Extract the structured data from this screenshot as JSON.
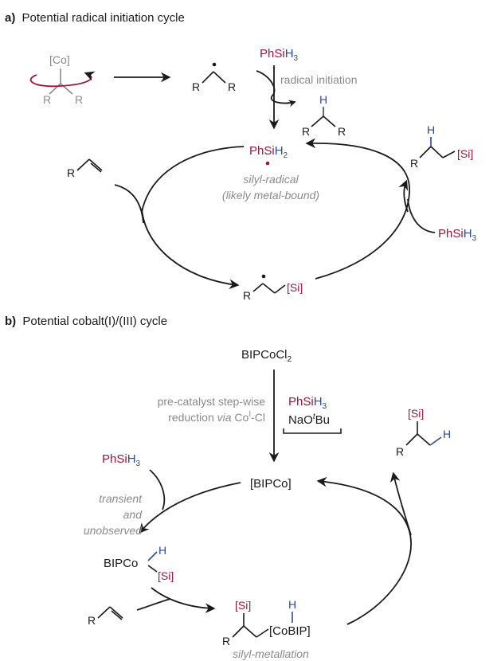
{
  "section_a": {
    "label_letter": "a)",
    "title": "Potential radical initiation cycle",
    "catalyst_label": "[Co]",
    "r_substituent": "R",
    "reagent_ph": "PhSi",
    "reagent_h3": "H",
    "reagent_sub3": "3",
    "radical_initiation": "radical initiation",
    "hydrogen": "H",
    "silyl_radical_ph": "PhSi",
    "silyl_radical_h2": "H",
    "silyl_radical_sub2": "2",
    "silyl_radical_caption_1": "silyl-radical",
    "silyl_radical_caption_2": "(likely metal-bound)",
    "si_group": "[Si]"
  },
  "section_b": {
    "label_letter": "b)",
    "title": "Potential cobalt(I)/(III) cycle",
    "precatalyst_main": "BIPCoCl",
    "precatalyst_sub": "2",
    "reduction_line_1": "pre-catalyst step-wise",
    "reduction_line_2_pre": "reduction ",
    "reduction_via": "via",
    "reduction_co": " Co",
    "reduction_sup": "I",
    "reduction_cl": "-Cl",
    "reagent_ph": "PhSi",
    "reagent_h3": "H",
    "reagent_sub3": "3",
    "base_pre": "NaO",
    "base_sup": "t",
    "base_post": "Bu",
    "active_catalyst": "[BIPCo]",
    "transient_1": "transient",
    "transient_2": "and",
    "transient_3": "unobserved",
    "bipco": "BIPCo",
    "hydrogen": "H",
    "si_group": "[Si]",
    "r_substituent": "R",
    "cobip": "[CoBIP]",
    "silyl_metallation": "silyl-metallation"
  },
  "colors": {
    "ink": "#1a1a1a",
    "silicon_red": "#a3123a",
    "hydrogen_blue": "#2c4a9a",
    "annotation_grey": "#8a8a8a"
  }
}
